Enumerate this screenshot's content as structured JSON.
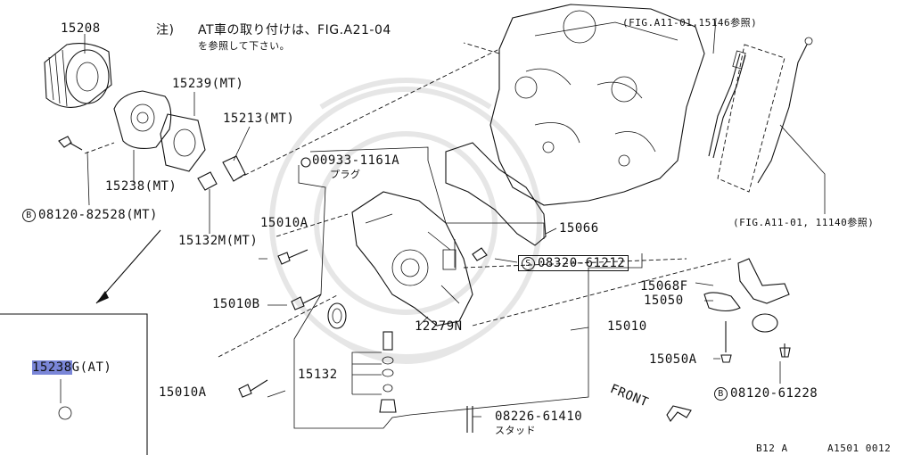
{
  "note": {
    "marker": "注)",
    "line1": "AT車の取り付けは、FIG.A21-04",
    "line2": "を参照して下さい。"
  },
  "labels": {
    "p15208": "15208",
    "p15239": "15239(MT)",
    "p15213": "15213(MT)",
    "p15238": "15238(MT)",
    "p15132m": "15132M(MT)",
    "bolt_08120_82528": "08120-82528(MT)",
    "ref_15146": "(FIG.A11-01,15146参照)",
    "ref_11140": "(FIG.A11-01, 11140参照)",
    "p00933_code": "00933-1161A",
    "p00933_desc": "プラグ",
    "p15010a_top": "15010A",
    "p15066": "15066",
    "p08320": "08320-61212",
    "p15068f": "15068F",
    "p15050": "15050",
    "p15010b": "15010B",
    "p12279n": "12279N",
    "p15010": "15010",
    "p15050a": "15050A",
    "p15132": "15132",
    "p15010a_bottom": "15010A",
    "bolt_08120_61228": "08120-61228",
    "p08226_code": "08226-61410",
    "p08226_desc": "スタッド",
    "front": "FRONT",
    "inset_highlight": "15238",
    "inset_suffix": "G(AT)",
    "circle_b": "B",
    "circle_s": "S"
  },
  "footer": {
    "model": "B12 A",
    "page_code": "A1501 0012"
  }
}
